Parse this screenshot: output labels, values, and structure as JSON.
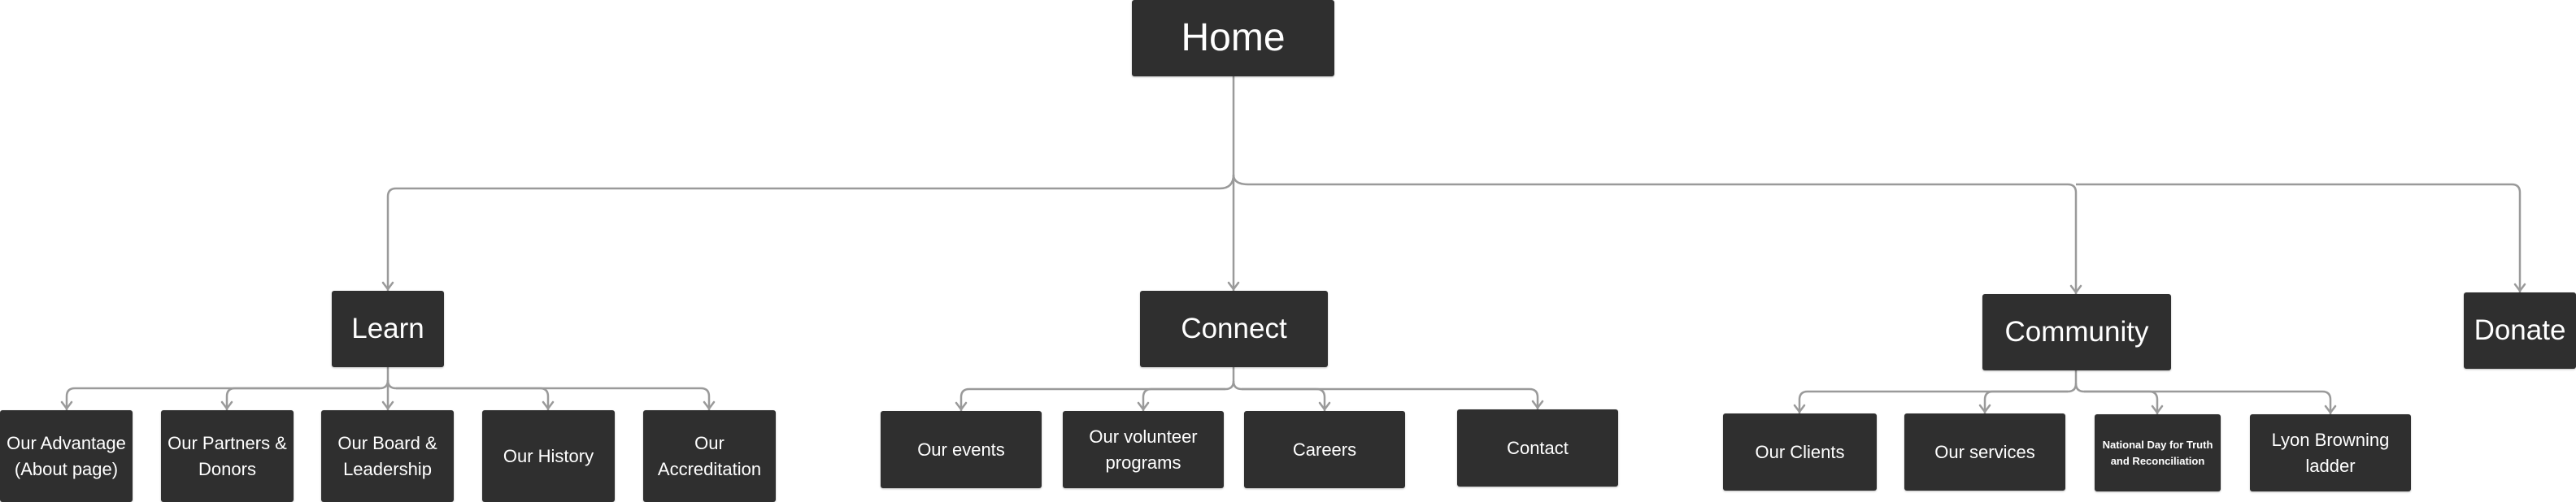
{
  "root": {
    "label": "Home"
  },
  "sections": {
    "learn": {
      "label": "Learn",
      "children": [
        "Our Advantage (About page)",
        "Our Partners & Donors",
        "Our Board & Leadership",
        "Our History",
        "Our Accreditation"
      ]
    },
    "connect": {
      "label": "Connect",
      "children": [
        "Our events",
        "Our volunteer programs",
        "Careers",
        "Contact"
      ]
    },
    "community": {
      "label": "Community",
      "children": [
        "Our Clients",
        "Our services",
        "National Day for Truth and Reconciliation",
        "Lyon Browning ladder"
      ]
    },
    "donate": {
      "label": "Donate"
    }
  },
  "colors": {
    "node_fill": "#2f2f2f",
    "node_text": "#ffffff",
    "connector": "#9a9a9a"
  }
}
